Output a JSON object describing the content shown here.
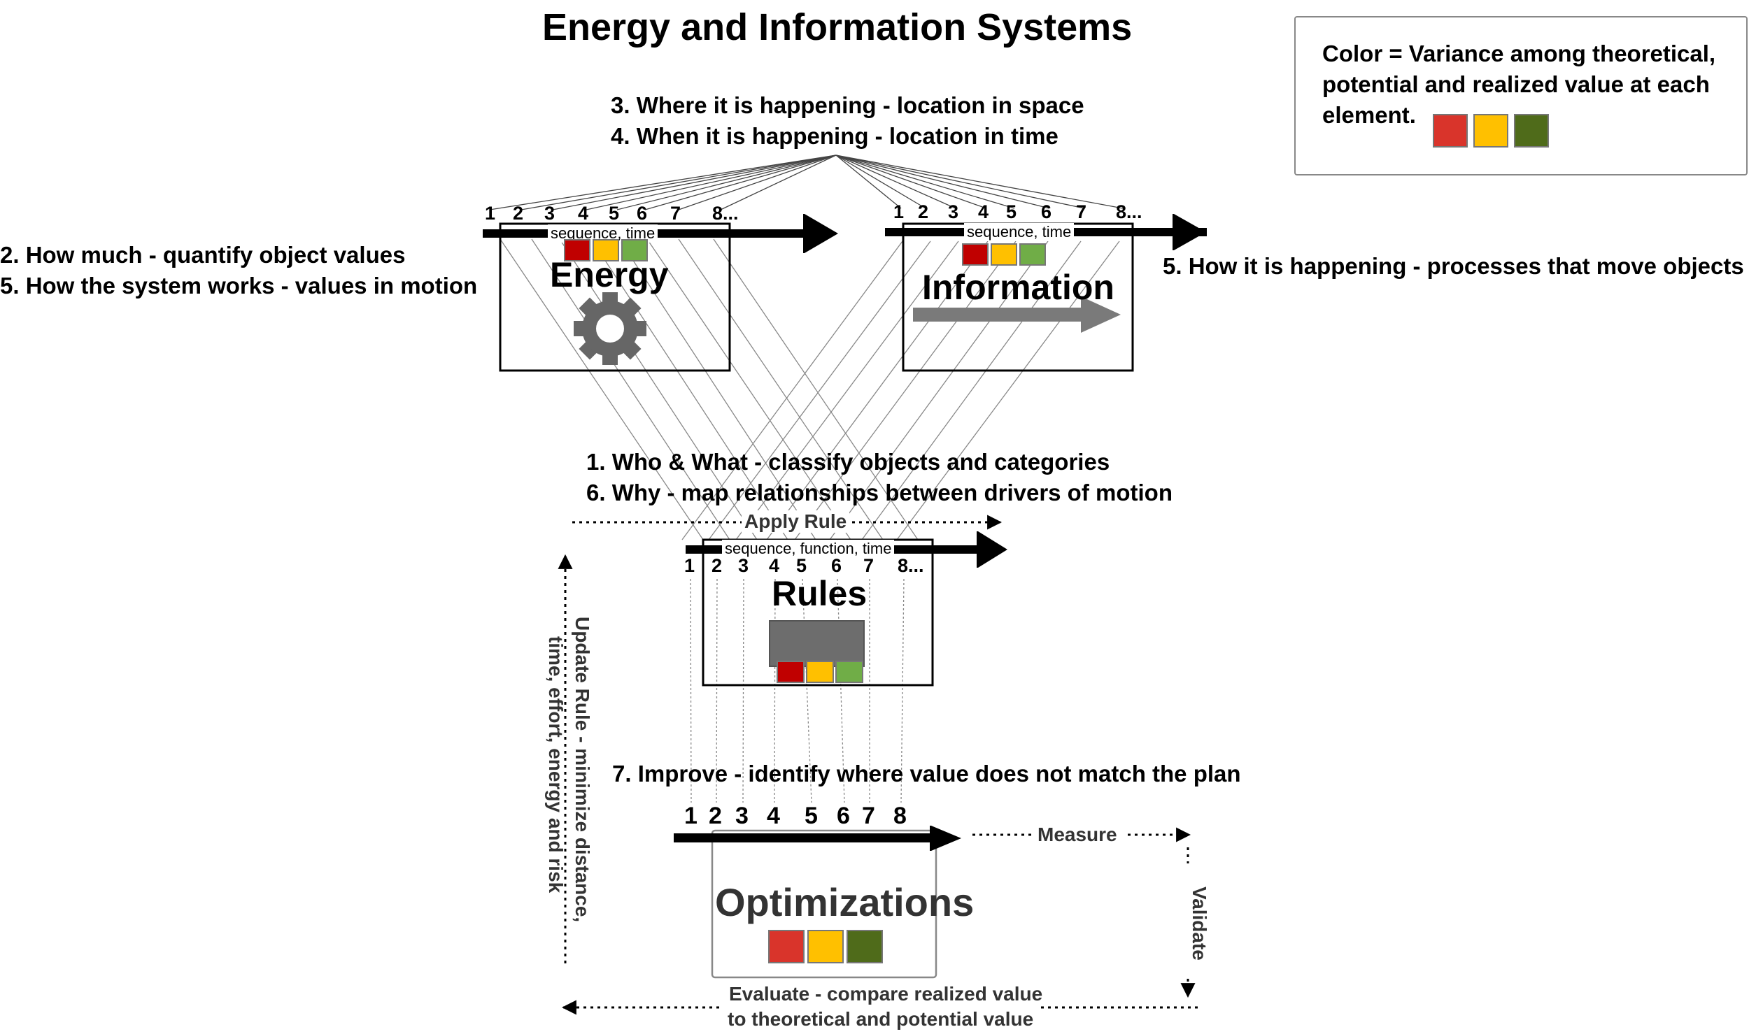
{
  "title": "Energy and Information Systems",
  "legend": {
    "text": "Color = Variance among theoretical, potential and realized value at each element.",
    "colors": [
      "#d9342b",
      "#ffc000",
      "#4f6b1a"
    ]
  },
  "questions": {
    "q3": "3. Where it is happening - location in space",
    "q4": "4. When it is happening - location in time",
    "q2": "2. How much - quantify object values",
    "q5_left": "5. How the system works - values in motion",
    "q5_right": "5. How it is happening - processes that move objects",
    "q1": "1. Who & What - classify objects and categories",
    "q6": "6. Why - map relationships between drivers of motion",
    "q7": "7. Improve - identify where value does not match the plan"
  },
  "energy": {
    "label": "Energy",
    "timeline_label": "sequence, time",
    "numbers": [
      "1",
      "2",
      "3",
      "4",
      "5",
      "6",
      "7",
      "8..."
    ],
    "icon": "gear-icon",
    "colors": [
      "#c00000",
      "#ffc000",
      "#70ad47"
    ]
  },
  "information": {
    "label": "Information",
    "timeline_label": "sequence, time",
    "numbers": [
      "1",
      "2",
      "3",
      "4",
      "5",
      "6",
      "7",
      "8..."
    ],
    "icon": "arrow-right-icon",
    "colors": [
      "#c00000",
      "#ffc000",
      "#70ad47"
    ]
  },
  "rules": {
    "label": "Rules",
    "timeline_label": "sequence, function, time",
    "numbers": [
      "1",
      "2",
      "3",
      "4",
      "5",
      "6",
      "7",
      "8..."
    ],
    "colors": [
      "#c00000",
      "#ffc000",
      "#70ad47"
    ]
  },
  "optimizations": {
    "label": "Optimizations",
    "numbers": [
      "1",
      "2",
      "3",
      "4",
      "5",
      "6",
      "7",
      "8"
    ],
    "colors": [
      "#d9342b",
      "#ffc000",
      "#4f6b1a"
    ]
  },
  "flows": {
    "apply_rule": "Apply Rule",
    "update_rule_line1": "Update Rule - minimize distance,",
    "update_rule_line2": "time, effort, energy and risk",
    "measure": "Measure",
    "validate": "Validate",
    "evaluate_line1": "Evaluate - compare realized value",
    "evaluate_line2": "to theoretical and potential value"
  }
}
